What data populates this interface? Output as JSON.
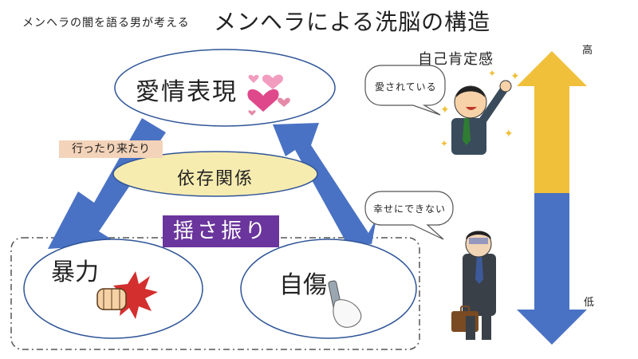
{
  "title": {
    "prefix": "メンヘラの闇を語る男が考える",
    "main": "メンヘラによる洗脳の構造"
  },
  "cycle": {
    "affection": "愛情表現",
    "dependence": "依存関係",
    "swing": "揺さ振り",
    "back_and_forth": "行ったり来たり",
    "violence": "暴力",
    "self_harm": "自傷"
  },
  "self_esteem": {
    "label": "自己肯定感",
    "high_bubble": "愛されている",
    "low_bubble": "幸せにできない",
    "axis_high": "高",
    "axis_low": "低"
  },
  "colors": {
    "arrow_blue": "#4a72c4",
    "arrow_gold": "#f0c03a",
    "swing_purple": "#6a359c",
    "dependence_fill": "#f7ecb0",
    "back_and_forth_fill": "#f3d3b9",
    "heart_pink": "#e0488c"
  }
}
